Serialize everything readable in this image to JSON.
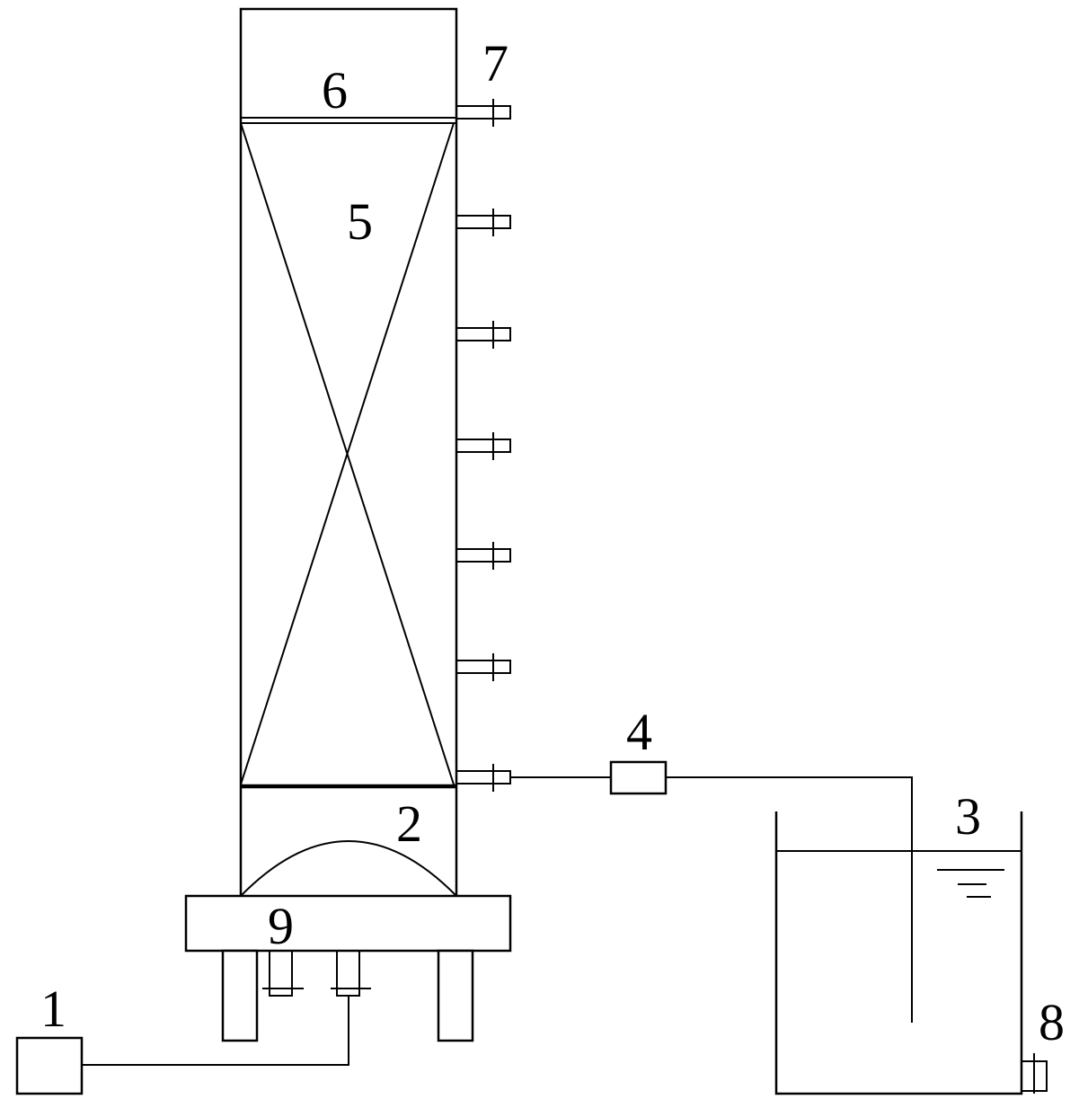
{
  "labels": {
    "feed_device": "1",
    "distributor_dome": "2",
    "water_tank": "3",
    "flow_meter": "4",
    "packing": "5",
    "top_plate": "6",
    "sample_port_top": "7",
    "tank_outlet": "8",
    "base_support": "9"
  },
  "colors": {
    "line": "#000000",
    "background": "#ffffff"
  }
}
